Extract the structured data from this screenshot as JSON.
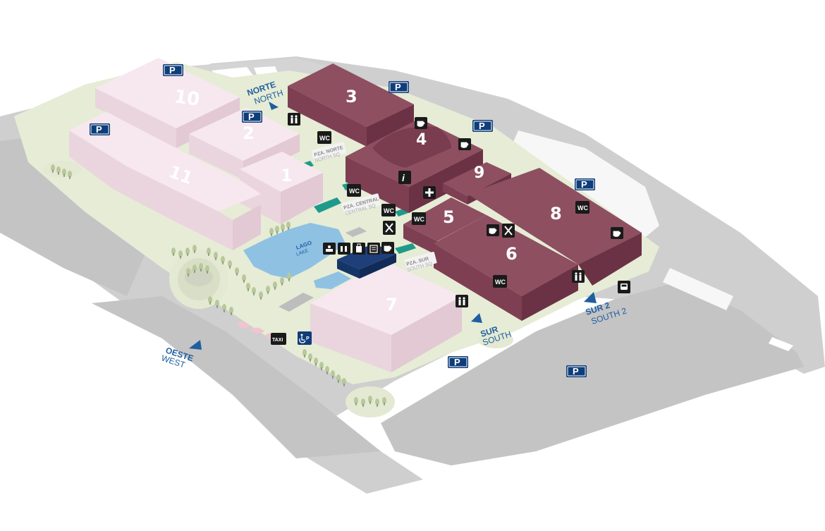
{
  "halls": {
    "h1": "1",
    "h2": "2",
    "h3": "3",
    "h4": "4",
    "h5": "5",
    "h6": "6",
    "h7": "7",
    "h8": "8",
    "h9": "9",
    "h10": "10",
    "h11": "11"
  },
  "gates": {
    "north_es": "NORTE",
    "north_en": "NORTH",
    "south_es": "SUR",
    "south_en": "SOUTH",
    "south2_es": "SUR 2",
    "south2_en": "SOUTH 2",
    "west_es": "OESTE",
    "west_en": "WEST"
  },
  "plazas": {
    "north_es": "PZA. NORTE",
    "north_en": "NORTH SQ",
    "central_es": "PZA. CENTRAL",
    "central_en": "CENTRAL SQ",
    "south_es": "PZA. SUR",
    "south_en": "SOUTH SQ"
  },
  "lake": {
    "es": "LAGO",
    "en": "LAKE"
  },
  "labels": {
    "wc": "WC",
    "parking": "P",
    "taxi": "TAXI"
  },
  "icons": {
    "parking": "parking-icon",
    "wc": "wc-icon",
    "cafe": "cafe-icon",
    "restaurant": "restaurant-icon",
    "info": "info-icon",
    "first_aid": "first-aid-icon",
    "toilets": "toilets-icon",
    "bus": "bus-icon",
    "taxi": "taxi-icon",
    "accessible_parking": "accessible-parking-icon"
  },
  "colors": {
    "active_hall": "#7e3f52",
    "inactive_hall": "#f1dde6",
    "gate": "#1f5fa0",
    "icon_bg": "#1a1a1a",
    "parking_bg": "#0f3d7a",
    "grounds": "#e6ecd5",
    "roads": "#c7c7c7",
    "lake": "#8fc1e3",
    "plaza_accent": "#1f9a8a"
  }
}
